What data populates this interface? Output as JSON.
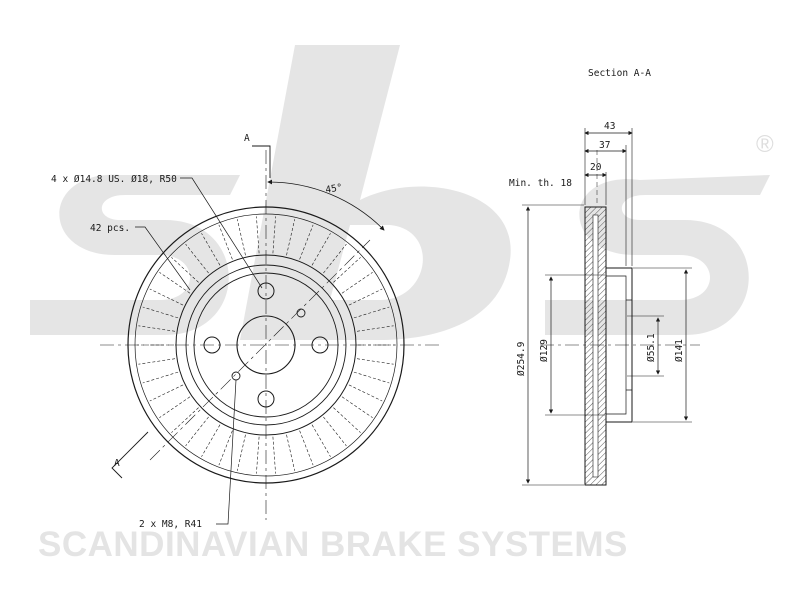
{
  "watermark": {
    "company": "SCANDINAVIAN BRAKE SYSTEMS",
    "registered_mark": "®",
    "logo_text": "sbs"
  },
  "front_view": {
    "section_marker_top": "A",
    "section_marker_bottom": "A",
    "bolt_holes_label": "4 x Ø14.8 US. Ø18, R50",
    "vane_count_label": "42 pcs.",
    "angle_label": "45°",
    "threads_label": "2 x M8, R41",
    "vane_count": 42
  },
  "section_view": {
    "title": "Section A-A",
    "dim_overall_height": "43",
    "dim_hat_height": "37",
    "dim_disc_thickness": "20",
    "min_thickness_label": "Min. th. 18",
    "dim_outer_diameter": "Ø254.9",
    "dim_inner_ring": "Ø129",
    "dim_center_bore": "Ø55.1",
    "dim_hat_diameter": "Ø141"
  },
  "colors": {
    "line": "#1a1a1a",
    "watermark": "#e4e4e4"
  }
}
